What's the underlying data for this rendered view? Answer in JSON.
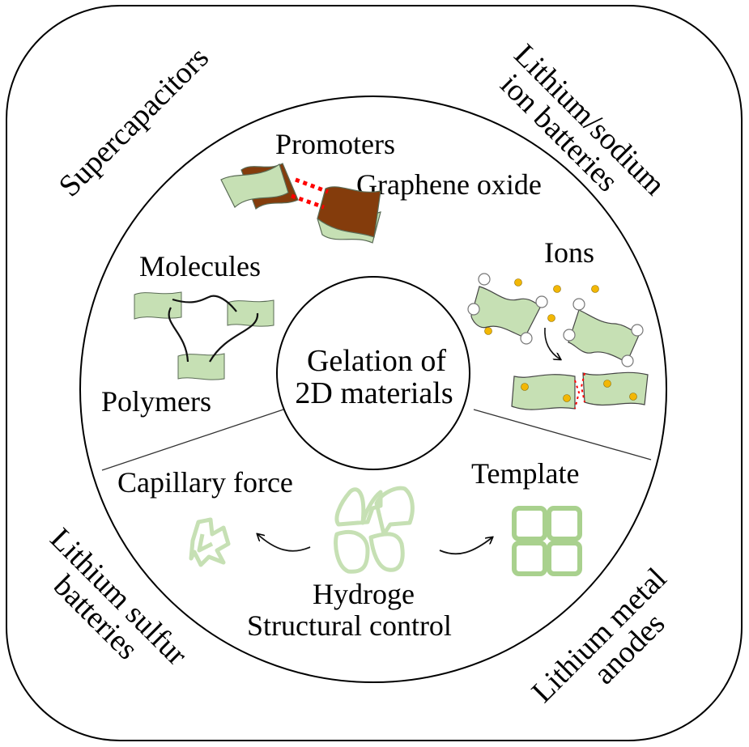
{
  "center": {
    "line1": "Gelation of",
    "line2": "2D materials"
  },
  "outer_applications": {
    "top_left": "Supercapacitors",
    "top_right_line1": "Lithium/sodium",
    "top_right_line2": "ion batteries",
    "bottom_left_line1": "Lithium sulfur",
    "bottom_left_line2": "batteries",
    "bottom_right_line1": "Lithium metal",
    "bottom_right_line2": "anodes"
  },
  "mechanisms": {
    "promoters": "Promoters",
    "graphene_oxide": "Graphene oxide",
    "molecules": "Molecules",
    "polymers": "Polymers",
    "ions": "Ions"
  },
  "structural_control": {
    "capillary_force": "Capillary force",
    "template": "Template",
    "hydrogel": "Hydroge",
    "structural_control": "Structural control"
  },
  "colors": {
    "sheet_green": "#c6e0b4",
    "sheet_stroke": "#5a6b55",
    "graphene_oxide_brown": "#843c0c",
    "bond_red": "#ff0000",
    "ion_yellow": "#f2b705",
    "gel_green": "#a9d18e"
  }
}
